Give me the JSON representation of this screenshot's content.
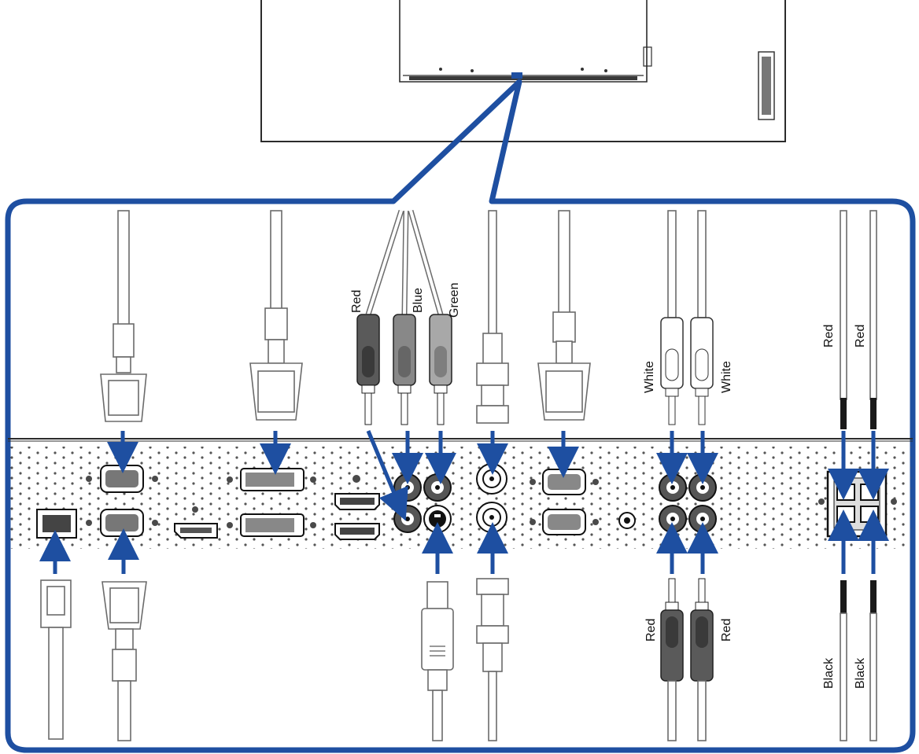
{
  "colors": {
    "accent": "#1e4fa1",
    "line": "#2b2b2b",
    "rca_dark": "#5a5a5a",
    "rca_mid": "#8a8a8a",
    "rca_light": "#b4b4b4"
  },
  "labels": {
    "component_red": "Red",
    "component_blue": "Blue",
    "component_green": "Green",
    "audio_in_left": "White",
    "audio_in_right": "White",
    "audio_out_left": "Red",
    "audio_out_right": "Red",
    "speaker_top_left": "Red",
    "speaker_top_right": "Red",
    "speaker_bottom_left": "Black",
    "speaker_bottom_right": "Black"
  },
  "icons": [
    "vga-connector-icon",
    "dvi-connector-icon",
    "rca-plug-icon",
    "bnc-connector-icon",
    "rj45-plug-icon",
    "svideo-plug-icon",
    "hdmi-port-icon",
    "displayport-port-icon",
    "speaker-terminal-icon",
    "arrow-up-icon",
    "arrow-down-icon"
  ]
}
